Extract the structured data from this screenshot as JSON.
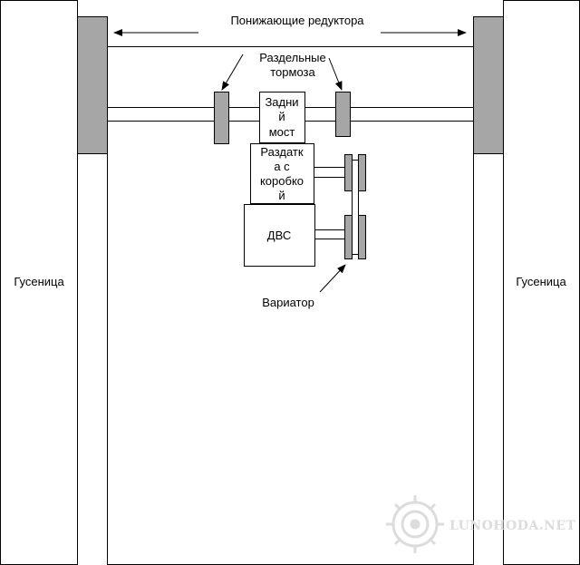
{
  "labels": {
    "reducers": "Понижающие редуктора",
    "brakes_line1": "Раздельные",
    "brakes_line2": "тормоза",
    "rear_axle_line1": "Задни",
    "rear_axle_line2": "й",
    "rear_axle_line3": "мост",
    "transfer_line1": "Раздатк",
    "transfer_line2": "а с",
    "transfer_line3": "коробко",
    "transfer_line4": "й",
    "engine": "ДВС",
    "variator": "Вариатор",
    "track_left": "Гусеница",
    "track_right": "Гусеница"
  },
  "watermark": {
    "text": "LUNOHODA.NET"
  },
  "colors": {
    "stroke": "#000000",
    "reducer_fill": "#a6a6a6",
    "brake_fill": "#a6a6a6",
    "watermark": "#dcdcdc"
  }
}
